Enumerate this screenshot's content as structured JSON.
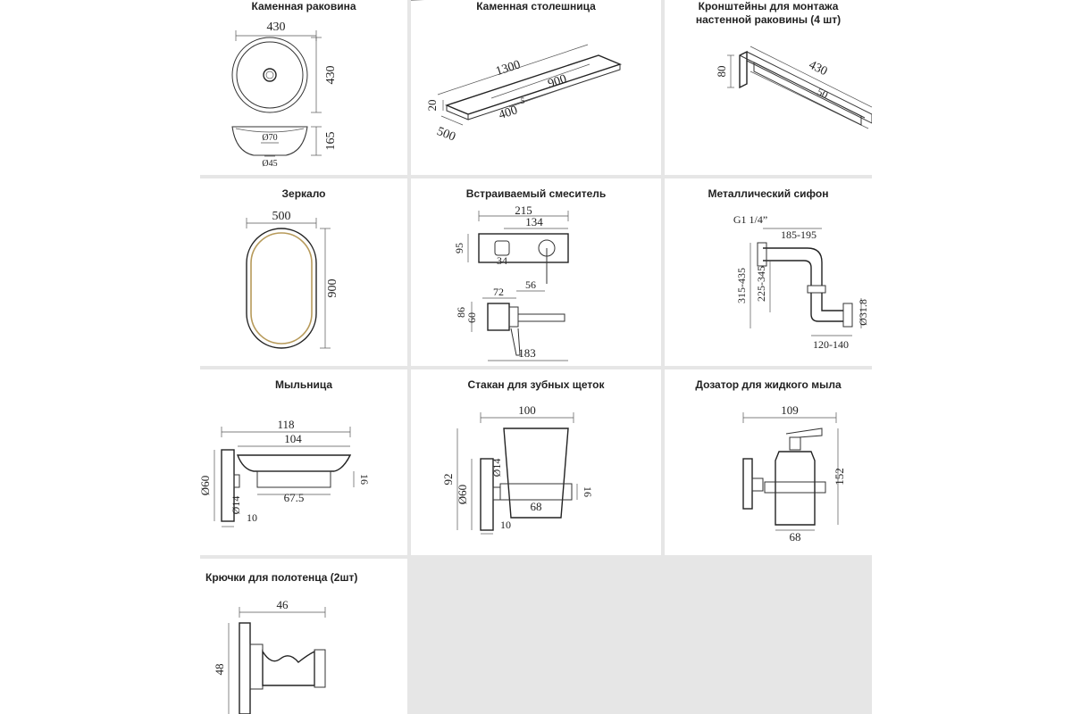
{
  "panels": {
    "basin": {
      "title": "Каменная раковина",
      "dims": {
        "width": "430",
        "height": "430",
        "depth": "165",
        "drain_top": "Ø70",
        "drain_bottom": "Ø45"
      }
    },
    "countertop": {
      "title": "Каменная столешница",
      "dims": {
        "length": "1300",
        "inner": "900",
        "cutout": "400",
        "thickness": "20",
        "depth": "500",
        "small": "5"
      }
    },
    "brackets": {
      "title_line1": "Кронштейны для монтажа",
      "title_line2": "настенной раковины (4 шт)",
      "dims": {
        "height": "80",
        "length": "430",
        "offset": "50"
      }
    },
    "mirror": {
      "title": "Зеркало",
      "dims": {
        "width": "500",
        "height": "900"
      }
    },
    "mixer": {
      "title": "Встраиваемый смеситель",
      "dims": {
        "plate_w": "215",
        "spout_gap": "134",
        "plate_h": "95",
        "handle": "34",
        "body_w": "72",
        "spout_len": "56",
        "body_h": "86",
        "body_h2": "60",
        "total": "183"
      }
    },
    "siphon": {
      "title": "Металлический сифон",
      "dims": {
        "thread": "G1 1/4”",
        "reach": "185-195",
        "h_total": "315-435",
        "h_inner": "225-345",
        "outlet": "Ø31.8",
        "depth": "120-140"
      }
    },
    "soap_dish": {
      "title": "Мыльница",
      "dims": {
        "total": "118",
        "dish": "104",
        "base_d": "Ø60",
        "rod": "Ø14",
        "height": "16",
        "bottom": "67.5",
        "wall": "10"
      }
    },
    "toothbrush": {
      "title": "Стакан для зубных щеток",
      "dims": {
        "total": "100",
        "height": "92",
        "base_d": "Ø60",
        "rod": "Ø14",
        "ring": "16",
        "glass": "68",
        "wall": "10"
      }
    },
    "dispenser": {
      "title": "Дозатор для жидкого мыла",
      "dims": {
        "width": "109",
        "height": "152",
        "bottle": "68"
      }
    },
    "hooks": {
      "title": "Крючки для полотенца (2шт)",
      "dims": {
        "length": "46",
        "height": "48"
      }
    }
  }
}
